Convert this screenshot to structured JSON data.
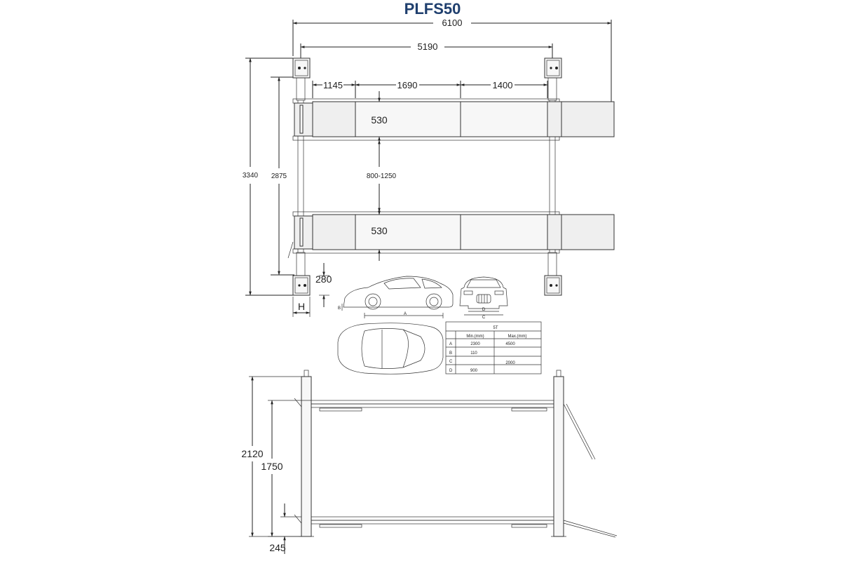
{
  "title": "PLFS50",
  "top_view": {
    "overall_length": "6100",
    "column_span": "5190",
    "ramp_segment_1": "1145",
    "ramp_segment_2": "1690",
    "ramp_segment_3": "1400",
    "runway_width_top": "530",
    "runway_width_bottom": "530",
    "runway_gap": "800-1250",
    "overall_width": "3340",
    "column_width": "2875",
    "post_depth": "280",
    "post_width_label": "H"
  },
  "car_views": {
    "side_label_a": "A",
    "side_label_b": "B",
    "front_label_c": "C",
    "front_label_d": "D"
  },
  "spec_table": {
    "capacity": "5T",
    "headers": [
      "",
      "Min.(mm)",
      "Max.(mm)"
    ],
    "rows": [
      {
        "key": "A",
        "min": "2300",
        "max": "4500"
      },
      {
        "key": "B",
        "min": "110",
        "max": ""
      },
      {
        "key": "C",
        "min": "",
        "max": "2000"
      },
      {
        "key": "D",
        "min": "900",
        "max": ""
      }
    ]
  },
  "side_view": {
    "overall_height": "2120",
    "lift_height": "1750",
    "min_height": "245"
  }
}
